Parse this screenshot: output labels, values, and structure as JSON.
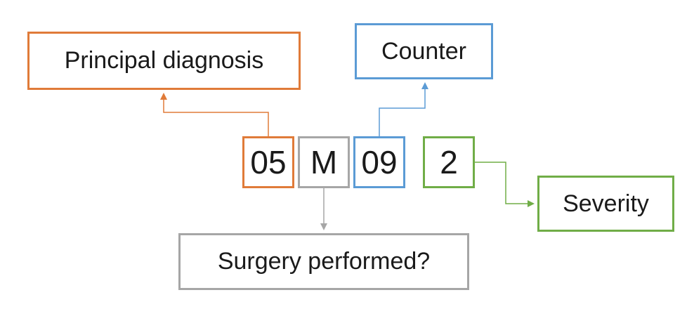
{
  "diagram": {
    "code_parts": {
      "principal": "05",
      "surgery": "M",
      "counter": "09",
      "severity": "2"
    },
    "labels": {
      "principal": "Principal diagnosis",
      "counter": "Counter",
      "surgery": "Surgery performed?",
      "severity": "Severity"
    },
    "colors": {
      "principal": "#e07b39",
      "counter": "#5b9bd5",
      "surgery": "#a6a6a6",
      "severity": "#70ad47"
    }
  }
}
